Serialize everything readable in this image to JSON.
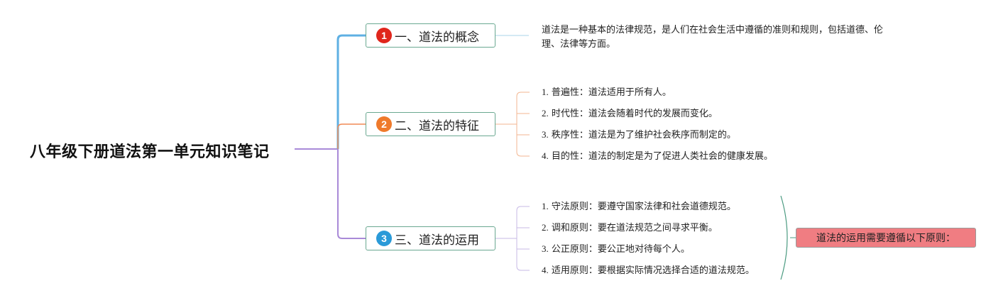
{
  "root": {
    "title": "八年级下册道法第一单元知识笔记"
  },
  "branches": [
    {
      "num": "1",
      "label": "一、道法的概念",
      "color": "#e0261c",
      "line_color": "#5fb0e3",
      "paragraph": "道法是一种基本的法律规范，是人们在社会生活中遵循的准则和规则，包括道德、伦理、法律等方面。"
    },
    {
      "num": "2",
      "label": "二、道法的特征",
      "color": "#ef7a2b",
      "line_color": "#f08a55",
      "items": [
        {
          "idx": "1.",
          "text": "普遍性：道法适用于所有人。"
        },
        {
          "idx": "2.",
          "text": "时代性：道法会随着时代的发展而变化。"
        },
        {
          "idx": "3.",
          "text": "秩序性：道法是为了维护社会秩序而制定的。"
        },
        {
          "idx": "4.",
          "text": "目的性：道法的制定是为了促进人类社会的健康发展。"
        }
      ]
    },
    {
      "num": "3",
      "label": "三、道法的运用",
      "color": "#2a9ad8",
      "line_color": "#a98ad8",
      "items": [
        {
          "idx": "1.",
          "text": "守法原则：要遵守国家法律和社会道德规范。"
        },
        {
          "idx": "2.",
          "text": "调和原则：要在道法规范之间寻求平衡。"
        },
        {
          "idx": "3.",
          "text": "公正原则：要公正地对待每个人。"
        },
        {
          "idx": "4.",
          "text": "适用原则：要根据实际情况选择合适的道法规范。"
        }
      ]
    }
  ],
  "summary": {
    "text": "道法的运用需要遵循以下原则：",
    "color": "#f07d82"
  }
}
